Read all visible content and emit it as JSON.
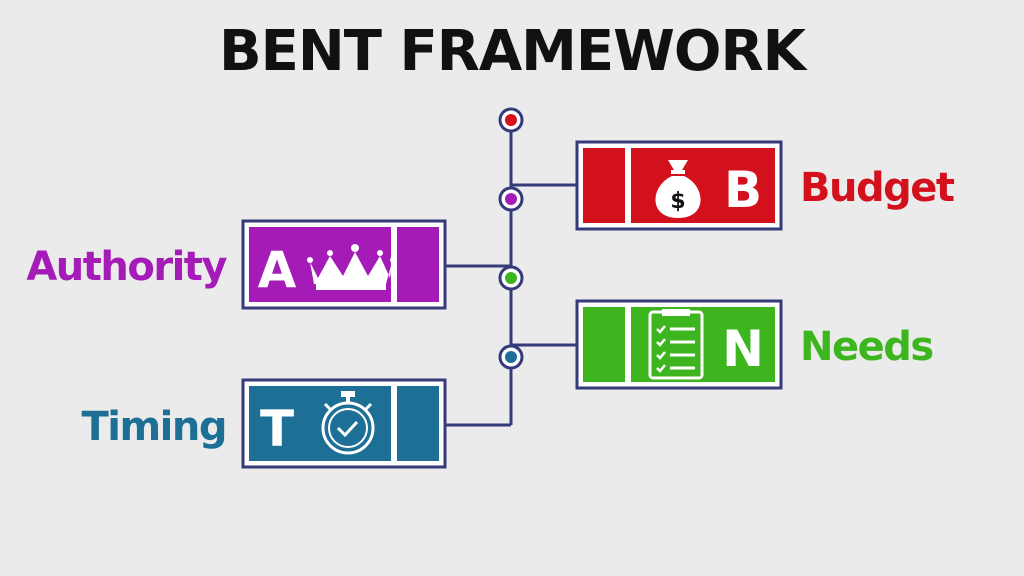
{
  "title": "BENT FRAMEWORK",
  "colors": {
    "background": "#ebebeb",
    "line": "#343a7a",
    "red": "#d3111c",
    "purple": "#a51bb8",
    "green": "#3cb51f",
    "blue": "#1e6f96",
    "white": "#ffffff"
  },
  "items": [
    {
      "key": "budget",
      "letter": "B",
      "label": "Budget",
      "icon": "money-bag-icon",
      "icon_text": "$",
      "color": "#d3111c"
    },
    {
      "key": "authority",
      "letter": "A",
      "label": "Authority",
      "icon": "crown-icon",
      "color": "#a51bb8"
    },
    {
      "key": "needs",
      "letter": "N",
      "label": "Needs",
      "icon": "checklist-icon",
      "color": "#3cb51f"
    },
    {
      "key": "timing",
      "letter": "T",
      "label": "Timing",
      "icon": "stopwatch-icon",
      "color": "#1e6f96"
    }
  ],
  "node_colors": [
    "#d3111c",
    "#a51bb8",
    "#3cb51f",
    "#1e6f96"
  ]
}
